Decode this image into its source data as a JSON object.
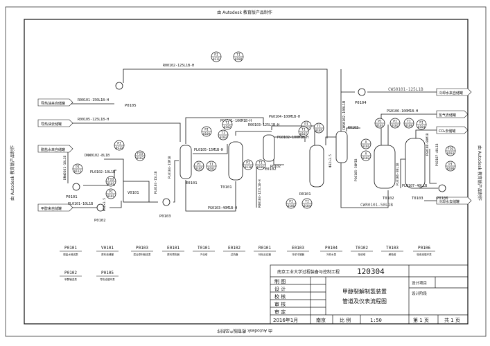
{
  "watermark": "由 Autodesk 教育版产品制作",
  "lines": {
    "r00102": "R00102-125L1B-H",
    "r00101": "R00101-150L1B-H",
    "r00105": "R00105-125L1B-H",
    "dnw0102": "DNW0102-8L1B",
    "dnw0101": "DNW0101-10L1B",
    "pl0102": "PL0102-10L1B",
    "pl0101": "PL0101-10L1B",
    "pl0103": "PL0103-15L1B",
    "pl0104": "PL0104-15M1B",
    "pl0105": "PL0105-15M1B-H",
    "pg0101": "PG0101-100M1B-H",
    "pg0104": "PG0104-100M1B-H",
    "r00103": "R00103-125L1B-H",
    "pg0102": "PG0102-100M1B-H",
    "pg0103": "PG0103-40M1B-H",
    "r00104": "R00104-125L1B-H",
    "r0102": "R0102",
    "r0103": "R0103",
    "cws0101": "CWS0101-125L1B",
    "cws0102": "CWS0102-100L1B",
    "pg0106": "PG0106-100M1B-H",
    "pg0105": "PG0105-50M1B",
    "pl0106": "PL0106-80L1B",
    "pl0107": "PL0107-40L1B",
    "pg0107": "PG0107-40L1B",
    "pg0108": "PG0108-80M1B",
    "cwr0101": "CWR0101-50L1B",
    "pipe_size_1": "Φ32×3.5",
    "pipe_size_2": "Φ32×3.5"
  },
  "outlets": {
    "steam_condensate": "导热油来自储罐",
    "oil_return": "导热油去储罐",
    "desalted_water": "脱盐水来自储罐",
    "methanol": "甲醇来自储罐",
    "cooling_supply": "冷却水来自储罐",
    "hydrogen": "氢气去储罐",
    "co2": "CO₂去储罐",
    "cooling_return": "冷却水去储罐"
  },
  "instruments": {
    "pi0111": [
      "PI",
      "0111"
    ],
    "ti0108": [
      "TI",
      "0108"
    ],
    "pi0113": [
      "PI",
      "0113"
    ],
    "pi0112": [
      "PI",
      "0112"
    ],
    "fiq0101": [
      "FIQ",
      "0101"
    ],
    "pi0101": [
      "PI",
      "0101"
    ],
    "fiq0102": [
      "FIQ",
      "0102"
    ],
    "pi0105": [
      "PI",
      "0105"
    ],
    "ti0101": [
      "TI",
      "0101"
    ],
    "ti0102": [
      "TI",
      "0102"
    ],
    "pi0109": [
      "PI",
      "0109"
    ],
    "ti0103": [
      "TI",
      "0103"
    ],
    "pi0107": [
      "PI",
      "0107"
    ],
    "ti0105": [
      "TI",
      "0105"
    ],
    "ti0107": [
      "TI",
      "0107"
    ],
    "pi0110": [
      "PI",
      "0110"
    ],
    "ti0106": [
      "TI",
      "0106"
    ],
    "pi0106": [
      "PI",
      "0106"
    ],
    "ti0104": [
      "TI",
      "0104"
    ],
    "ai0101": [
      "A",
      "0101"
    ],
    "ai0102": [
      "A",
      "0102"
    ],
    "pi0103": [
      "PI",
      "0103"
    ],
    "pi0102": [
      "PI",
      "0102"
    ],
    "ti0109": [
      "TI",
      "0109"
    ],
    "pi0104": [
      "PI",
      "0104"
    ],
    "fiq0103": [
      "FIQ",
      "0103"
    ],
    "pi0108": [
      "PI",
      "0108"
    ]
  },
  "equipment_tags": {
    "p0105": "P0105",
    "p0104": "P0104",
    "p0101": "P0101",
    "p0102": "P0102",
    "p0103": "P0103",
    "v0101": "V0101",
    "e0101": "E0101",
    "t0101": "T0101",
    "e0102": "E0102",
    "r0101": "R0101",
    "t0102": "T0102",
    "t0103": "T0103",
    "p0106": "P0106"
  },
  "legend": [
    {
      "tag": "P0101",
      "desc": "脱盐水输送泵"
    },
    {
      "tag": "V0101",
      "desc": "原料液储罐"
    },
    {
      "tag": "P0103",
      "desc": "混合原料输送泵"
    },
    {
      "tag": "E0101",
      "desc": "原料预热器"
    },
    {
      "tag": "T0101",
      "desc": "汽化塔"
    },
    {
      "tag": "E0102",
      "desc": "过热器"
    },
    {
      "tag": "R0101",
      "desc": "转化反应器"
    },
    {
      "tag": "E0103",
      "desc": "冷却冷凝器"
    },
    {
      "tag": "P0104",
      "desc": "冷却水泵"
    },
    {
      "tag": "T0102",
      "desc": "吸收塔"
    },
    {
      "tag": "T0103",
      "desc": "解吸塔"
    },
    {
      "tag": "P0106",
      "desc": "吸收液循环泵"
    },
    {
      "tag": "P0102",
      "desc": "甲醇输送泵"
    },
    {
      "tag": "P0105",
      "desc": "导热油循环泵"
    }
  ],
  "titleblock": {
    "company": "南京工业大学过程装备与控制工程",
    "project_no": "120304",
    "title_line1": "甲醇裂解制氢装置",
    "title_line2": "管道及仪表流程图",
    "roles": [
      "制 图",
      "设 计",
      "校 核",
      "审 核",
      "审 定"
    ],
    "stage_1": "设计项目",
    "stage_2": "设计阶段",
    "date": "2016年1月",
    "place": "南京",
    "scale_label": "比 例",
    "scale_value": "1:50",
    "sheet_no": "第 1 页",
    "sheet_total": "共 1 页"
  }
}
